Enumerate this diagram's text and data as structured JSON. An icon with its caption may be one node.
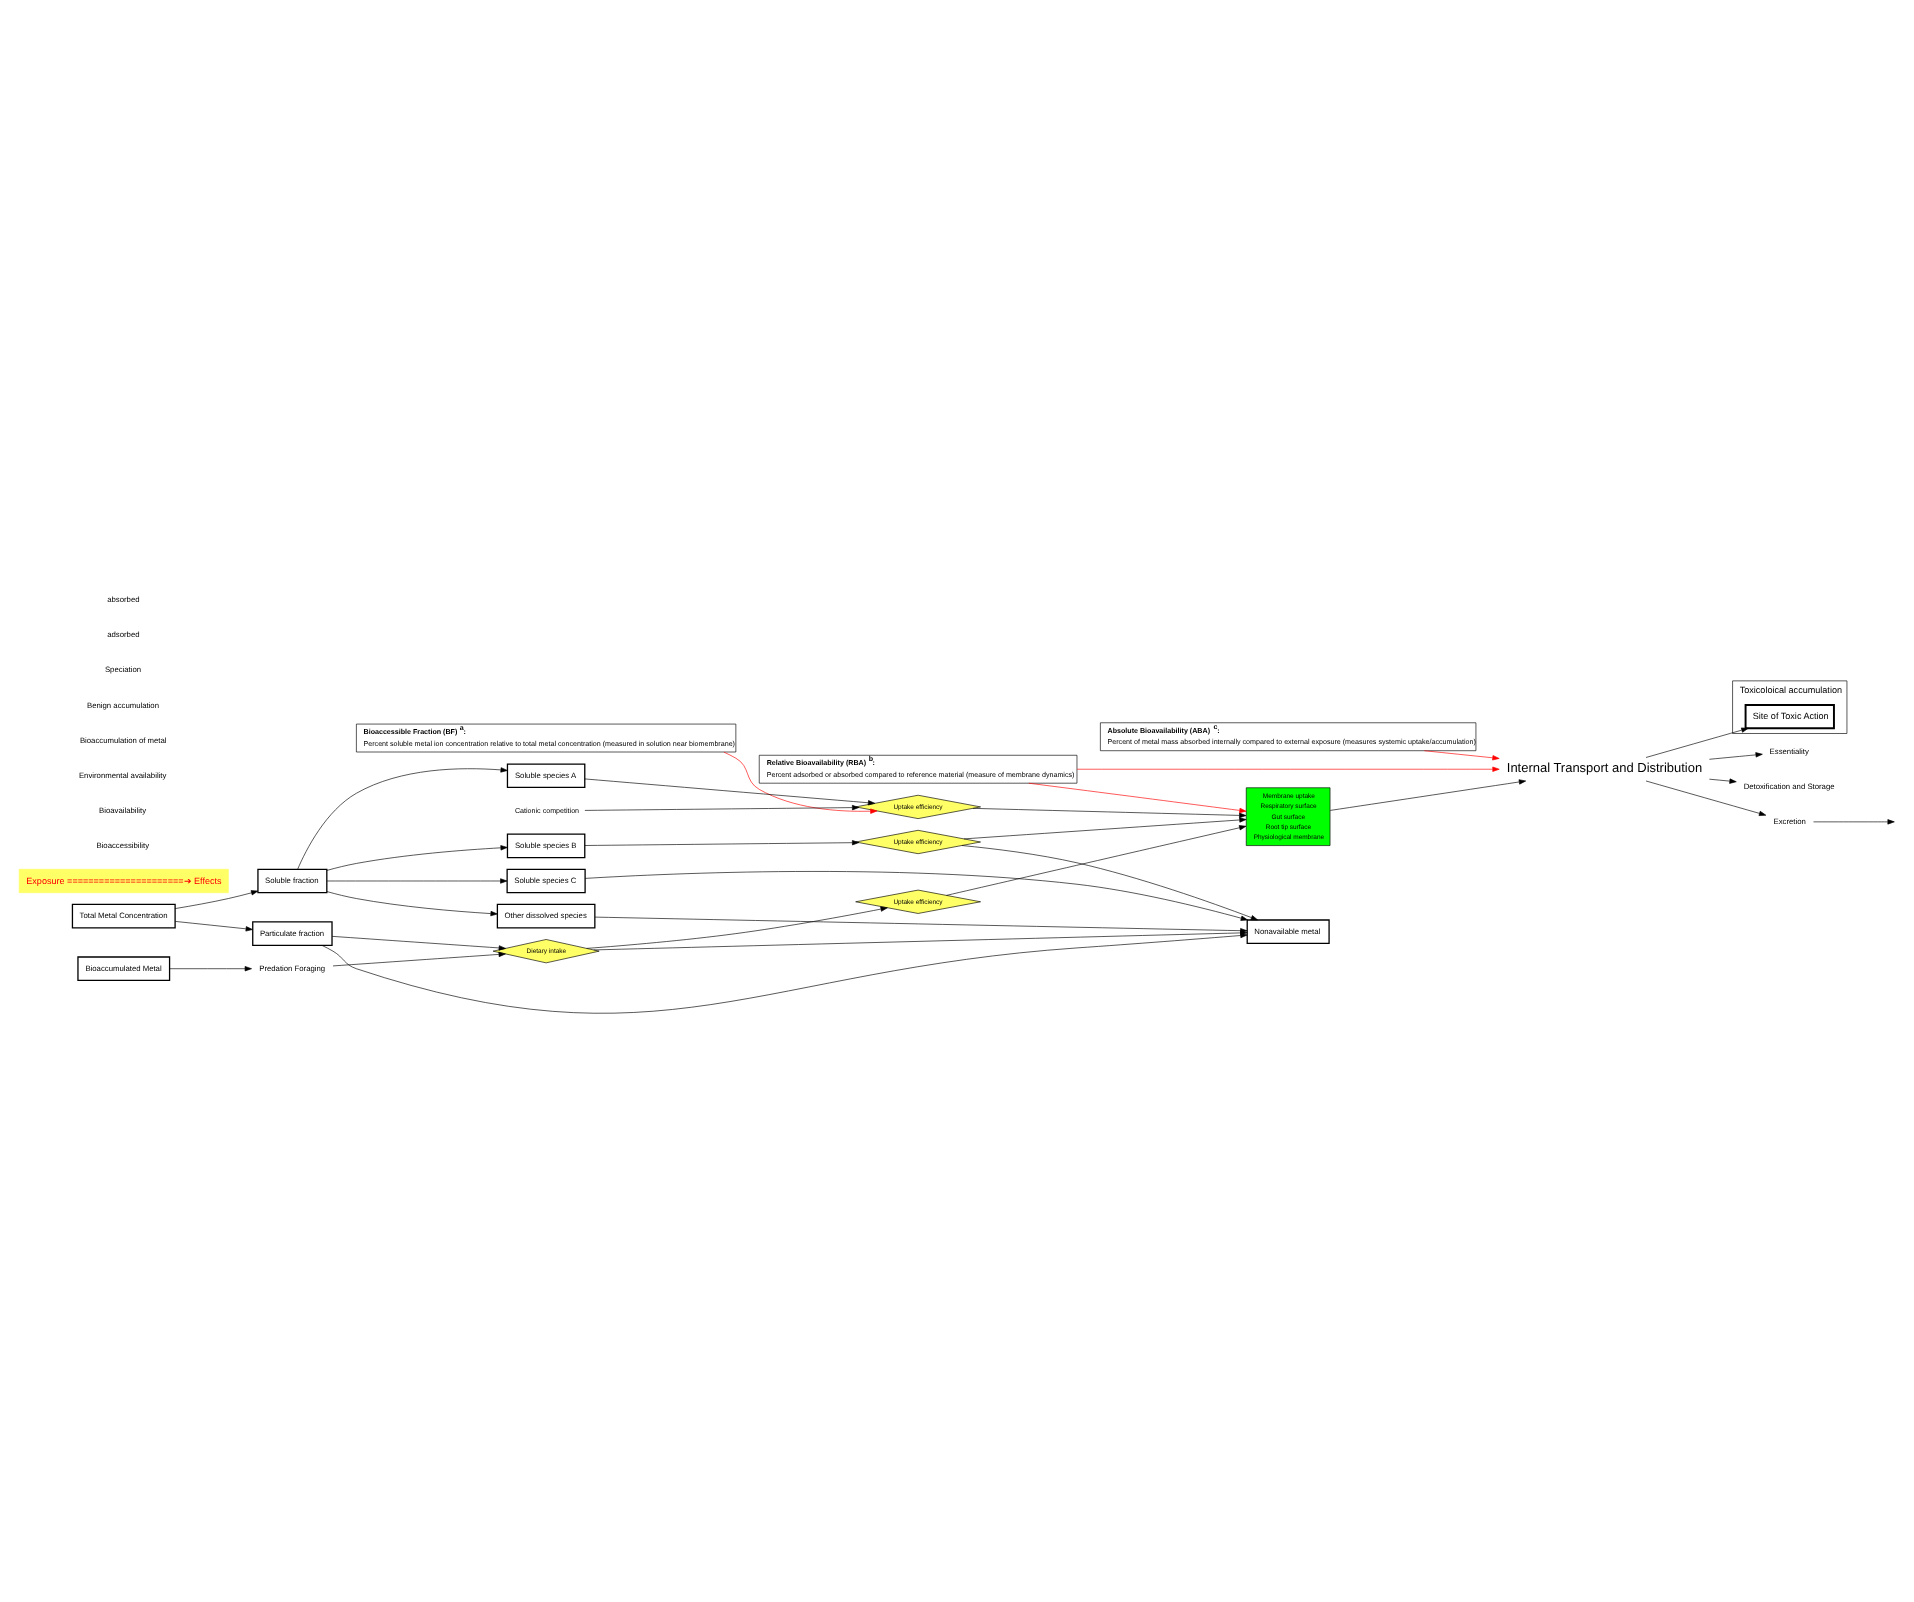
{
  "diagram": {
    "nodes": [
      {
        "text": [
          "Bioaccessible Fraction (BF) $^{a}$:",
          "Percent soluble metal ion concentration relative to total metal concentration (measured in solution near biomembrane)"
        ]
      },
      {
        "text": [
          "Relative Bioavailability (RBA) $^{b}$:",
          "Percent adsorbed or absorbed compared to reference material (measure of membrane dynamics)"
        ]
      },
      {
        "text": [
          "Absolute Bioavailability (ABA) $^{c}$:",
          "Percent of metal mass absorbed internally compared to external exposure (measures systemic uptake/accumulation)"
        ]
      },
      {
        "text": [
          "Exposure ======================➔ Effects"
        ]
      },
      {
        "text": [
          "Cationic competition"
        ]
      },
      {
        "text": [
          "Soluble species A"
        ]
      },
      {
        "text": [
          "Soluble species B"
        ]
      },
      {
        "text": [
          "Soluble species C"
        ]
      },
      {
        "text": [
          "Other dissolved species"
        ]
      },
      {
        "text": [
          "Uptake efficiency"
        ]
      },
      {
        "text": [
          "Uptake efficiency"
        ]
      },
      {
        "text": [
          "Uptake efficiency"
        ]
      },
      {
        "text": [
          "Membrane uptake",
          "Respiratory surface",
          "Gut surface",
          "Root tip surface",
          "Physiological membrane"
        ]
      },
      {
        "text": [
          "Nonavailable metal"
        ]
      },
      {
        "text": [
          "Dietary intake"
        ]
      },
      {
        "text": [
          "Soluble fraction"
        ]
      },
      {
        "text": [
          "Particulate fraction"
        ]
      },
      {
        "text": [
          "Total Metal Concentration"
        ]
      },
      {
        "text": [
          "Internal Transport and Distribution"
        ]
      },
      {
        "text": [
          "Toxicoloical accumulation"
        ]
      },
      {
        "text": [
          "Site of Toxic Action"
        ],
        "in": 19
      },
      {
        "text": [
          "Essentiality"
        ]
      },
      {
        "text": [
          "Detoxification and Storage"
        ]
      },
      {
        "text": [
          "Excretion"
        ]
      },
      {
        "text": [
          "Bioaccumulated Metal"
        ]
      },
      {
        "text": [
          "Predation Foraging"
        ]
      }
    ],
    "edges": [
      {
        "from": 0,
        "to": 9,
        "arrow": "to",
        "color": "#ff0000"
      },
      {
        "from": 1,
        "to": 12,
        "arrow": "to",
        "color": "#ff0000"
      },
      {
        "from": 1,
        "to": 18,
        "arrow": "to",
        "color": "#ff0000"
      },
      {
        "from": 2,
        "to": 18,
        "arrow": "to",
        "color": "#ff0000"
      },
      {
        "from": 4,
        "to": 9,
        "arrow": "to"
      },
      {
        "from": 15,
        "to": 5,
        "arrow": "to"
      },
      {
        "from": 15,
        "to": 6,
        "arrow": "to"
      },
      {
        "from": 15,
        "to": 7,
        "arrow": "to"
      },
      {
        "from": 15,
        "to": 8,
        "arrow": "to"
      },
      {
        "from": 5,
        "to": 9,
        "arrow": "to"
      },
      {
        "from": 6,
        "to": 10,
        "arrow": "to"
      },
      {
        "from": 10,
        "to": 13,
        "arrow": "to"
      },
      {
        "from": 7,
        "to": 13,
        "arrow": "to"
      },
      {
        "from": 8,
        "to": 13,
        "arrow": "to"
      },
      {
        "from": 9,
        "to": 12,
        "arrow": "to"
      },
      {
        "from": 10,
        "to": 12,
        "arrow": "to"
      },
      {
        "from": 11,
        "to": 12,
        "arrow": "to"
      },
      {
        "from": 12,
        "to": 18,
        "arrow": "to"
      },
      {
        "from": 14,
        "to": 11,
        "arrow": "to"
      },
      {
        "from": 14,
        "to": 13,
        "arrow": "to"
      },
      {
        "from": 16,
        "to": 13,
        "arrow": "to"
      },
      {
        "from": 16,
        "to": 14,
        "arrow": "to"
      },
      {
        "from": 17,
        "to": 15,
        "arrow": "to"
      },
      {
        "from": 17,
        "to": 16,
        "arrow": "to"
      },
      {
        "from": 25,
        "to": 14,
        "arrow": "to"
      },
      {
        "from": 24,
        "to": 25,
        "arrow": "to"
      },
      {
        "from": 18,
        "to": 20,
        "arrow": "to"
      },
      {
        "from": 18,
        "to": 22,
        "arrow": "to"
      },
      {
        "from": 18,
        "to": 21,
        "arrow": "to"
      },
      {
        "from": 18,
        "to": 23,
        "arrow": "to"
      },
      {
        "from": 23,
        "to": null,
        "arrow": "to"
      }
    ],
    "labels": [
      "Bioaccessibility",
      "Bioavailability",
      "Environmental availability",
      "Bioaccumulation of metal",
      "Benign accumulation",
      "Speciation",
      "adsorbed",
      "absorbed"
    ]
  }
}
